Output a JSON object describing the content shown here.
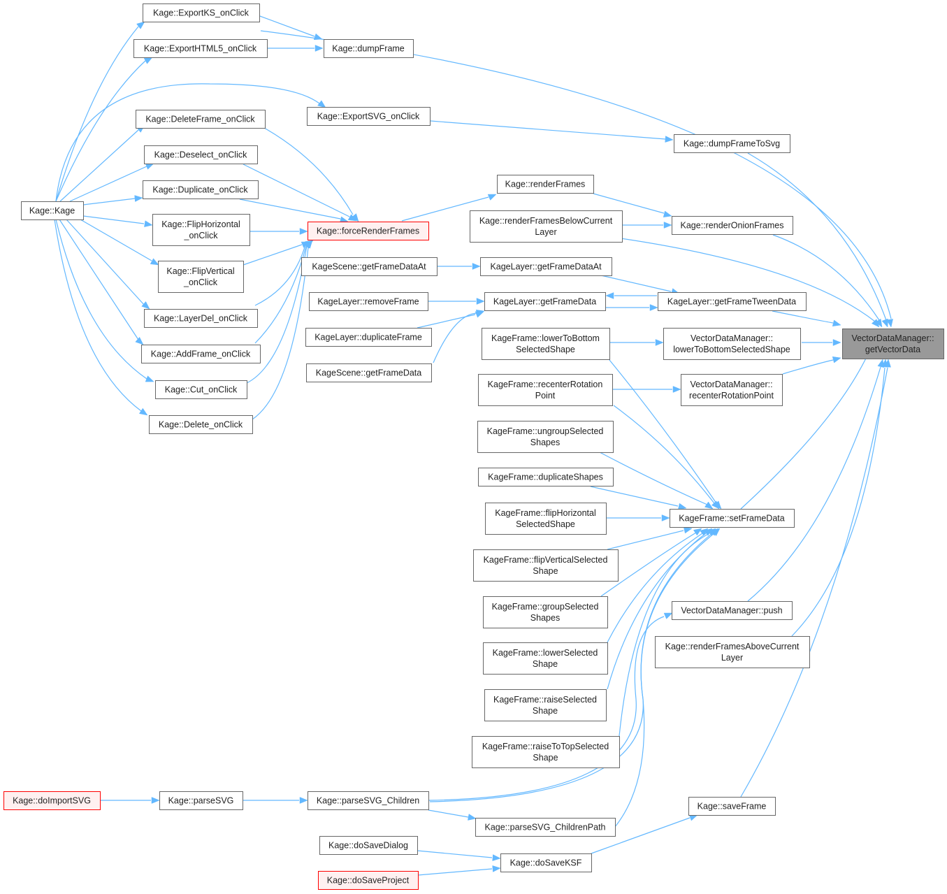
{
  "diagram": {
    "colors": {
      "edge": "#63b8ff",
      "node_border": "#666666",
      "node_fill": "#ffffff",
      "focus_fill": "#999999",
      "focus_border": "#666666",
      "highlight_fill": "#fff0f0",
      "highlight_border": "#ff0000"
    },
    "nodes": [
      {
        "id": "n_target",
        "lines": [
          "VectorDataManager::",
          "getVectorData"
        ],
        "style": "focus"
      },
      {
        "id": "n_exportks",
        "lines": [
          "Kage::ExportKS_onClick"
        ],
        "style": "normal"
      },
      {
        "id": "n_exporthtml5",
        "lines": [
          "Kage::ExportHTML5_onClick"
        ],
        "style": "normal"
      },
      {
        "id": "n_dumpframe",
        "lines": [
          "Kage::dumpFrame"
        ],
        "style": "normal"
      },
      {
        "id": "n_exportsvg",
        "lines": [
          "Kage::ExportSVG_onClick"
        ],
        "style": "normal"
      },
      {
        "id": "n_dumpframetosvg",
        "lines": [
          "Kage::dumpFrameToSvg"
        ],
        "style": "normal"
      },
      {
        "id": "n_deleteframe",
        "lines": [
          "Kage::DeleteFrame_onClick"
        ],
        "style": "normal"
      },
      {
        "id": "n_deselect",
        "lines": [
          "Kage::Deselect_onClick"
        ],
        "style": "normal"
      },
      {
        "id": "n_duplicate",
        "lines": [
          "Kage::Duplicate_onClick"
        ],
        "style": "normal"
      },
      {
        "id": "n_fliphoriz",
        "lines": [
          "Kage::FlipHorizontal",
          "_onClick"
        ],
        "style": "normal"
      },
      {
        "id": "n_flipvert",
        "lines": [
          "Kage::FlipVertical",
          "_onClick"
        ],
        "style": "normal"
      },
      {
        "id": "n_layerdel",
        "lines": [
          "Kage::LayerDel_onClick"
        ],
        "style": "normal"
      },
      {
        "id": "n_addframe",
        "lines": [
          "Kage::AddFrame_onClick"
        ],
        "style": "normal"
      },
      {
        "id": "n_cut",
        "lines": [
          "Kage::Cut_onClick"
        ],
        "style": "normal"
      },
      {
        "id": "n_delete",
        "lines": [
          "Kage::Delete_onClick"
        ],
        "style": "normal"
      },
      {
        "id": "n_kage",
        "lines": [
          "Kage::Kage"
        ],
        "style": "normal"
      },
      {
        "id": "n_forcerender",
        "lines": [
          "Kage::forceRenderFrames"
        ],
        "style": "highlight"
      },
      {
        "id": "n_renderframes",
        "lines": [
          "Kage::renderFrames"
        ],
        "style": "normal"
      },
      {
        "id": "n_renderbelow",
        "lines": [
          "Kage::renderFramesBelowCurrent",
          "Layer"
        ],
        "style": "normal"
      },
      {
        "id": "n_renderonion",
        "lines": [
          "Kage::renderOnionFrames"
        ],
        "style": "normal"
      },
      {
        "id": "n_scenegetframedataat",
        "lines": [
          "KageScene::getFrameDataAt"
        ],
        "style": "normal"
      },
      {
        "id": "n_layergetframedataat",
        "lines": [
          "KageLayer::getFrameDataAt"
        ],
        "style": "normal"
      },
      {
        "id": "n_removeframe",
        "lines": [
          "KageLayer::removeFrame"
        ],
        "style": "normal"
      },
      {
        "id": "n_layergetframedata",
        "lines": [
          "KageLayer::getFrameData"
        ],
        "style": "normal"
      },
      {
        "id": "n_gettweendata",
        "lines": [
          "KageLayer::getFrameTweenData"
        ],
        "style": "normal"
      },
      {
        "id": "n_duplicateframe",
        "lines": [
          "KageLayer::duplicateFrame"
        ],
        "style": "normal"
      },
      {
        "id": "n_scenegetframedata",
        "lines": [
          "KageScene::getFrameData"
        ],
        "style": "normal"
      },
      {
        "id": "n_kf_lowerbottom",
        "lines": [
          "KageFrame::lowerToBottom",
          "SelectedShape"
        ],
        "style": "normal"
      },
      {
        "id": "n_vdm_lowerbottom",
        "lines": [
          "VectorDataManager::",
          "lowerToBottomSelectedShape"
        ],
        "style": "normal"
      },
      {
        "id": "n_kf_recenter",
        "lines": [
          "KageFrame::recenterRotation",
          "Point"
        ],
        "style": "normal"
      },
      {
        "id": "n_vdm_recenter",
        "lines": [
          "VectorDataManager::",
          "recenterRotationPoint"
        ],
        "style": "normal"
      },
      {
        "id": "n_kf_ungroup",
        "lines": [
          "KageFrame::ungroupSelected",
          "Shapes"
        ],
        "style": "normal"
      },
      {
        "id": "n_kf_dupshapes",
        "lines": [
          "KageFrame::duplicateShapes"
        ],
        "style": "normal"
      },
      {
        "id": "n_kf_fliph",
        "lines": [
          "KageFrame::flipHorizontal",
          "SelectedShape"
        ],
        "style": "normal"
      },
      {
        "id": "n_setframedata",
        "lines": [
          "KageFrame::setFrameData"
        ],
        "style": "normal"
      },
      {
        "id": "n_kf_flipv",
        "lines": [
          "KageFrame::flipVerticalSelected",
          "Shape"
        ],
        "style": "normal"
      },
      {
        "id": "n_kf_group",
        "lines": [
          "KageFrame::groupSelected",
          "Shapes"
        ],
        "style": "normal"
      },
      {
        "id": "n_vdm_push",
        "lines": [
          "VectorDataManager::push"
        ],
        "style": "normal"
      },
      {
        "id": "n_kf_lower",
        "lines": [
          "KageFrame::lowerSelected",
          "Shape"
        ],
        "style": "normal"
      },
      {
        "id": "n_renderabove",
        "lines": [
          "Kage::renderFramesAboveCurrent",
          "Layer"
        ],
        "style": "normal"
      },
      {
        "id": "n_kf_raise",
        "lines": [
          "KageFrame::raiseSelected",
          "Shape"
        ],
        "style": "normal"
      },
      {
        "id": "n_kf_raisetop",
        "lines": [
          "KageFrame::raiseToTopSelected",
          "Shape"
        ],
        "style": "normal"
      },
      {
        "id": "n_doimportsvg",
        "lines": [
          "Kage::doImportSVG"
        ],
        "style": "highlight"
      },
      {
        "id": "n_parsesvg",
        "lines": [
          "Kage::parseSVG"
        ],
        "style": "normal"
      },
      {
        "id": "n_parsesvgchildren",
        "lines": [
          "Kage::parseSVG_Children"
        ],
        "style": "normal"
      },
      {
        "id": "n_saveframe",
        "lines": [
          "Kage::saveFrame"
        ],
        "style": "normal"
      },
      {
        "id": "n_parsesvgchildrenpath",
        "lines": [
          "Kage::parseSVG_ChildrenPath"
        ],
        "style": "normal"
      },
      {
        "id": "n_dosavedialog",
        "lines": [
          "Kage::doSaveDialog"
        ],
        "style": "normal"
      },
      {
        "id": "n_dosaveksf",
        "lines": [
          "Kage::doSaveKSF"
        ],
        "style": "normal"
      },
      {
        "id": "n_dosaveproject",
        "lines": [
          "Kage::doSaveProject"
        ],
        "style": "highlight"
      }
    ]
  }
}
